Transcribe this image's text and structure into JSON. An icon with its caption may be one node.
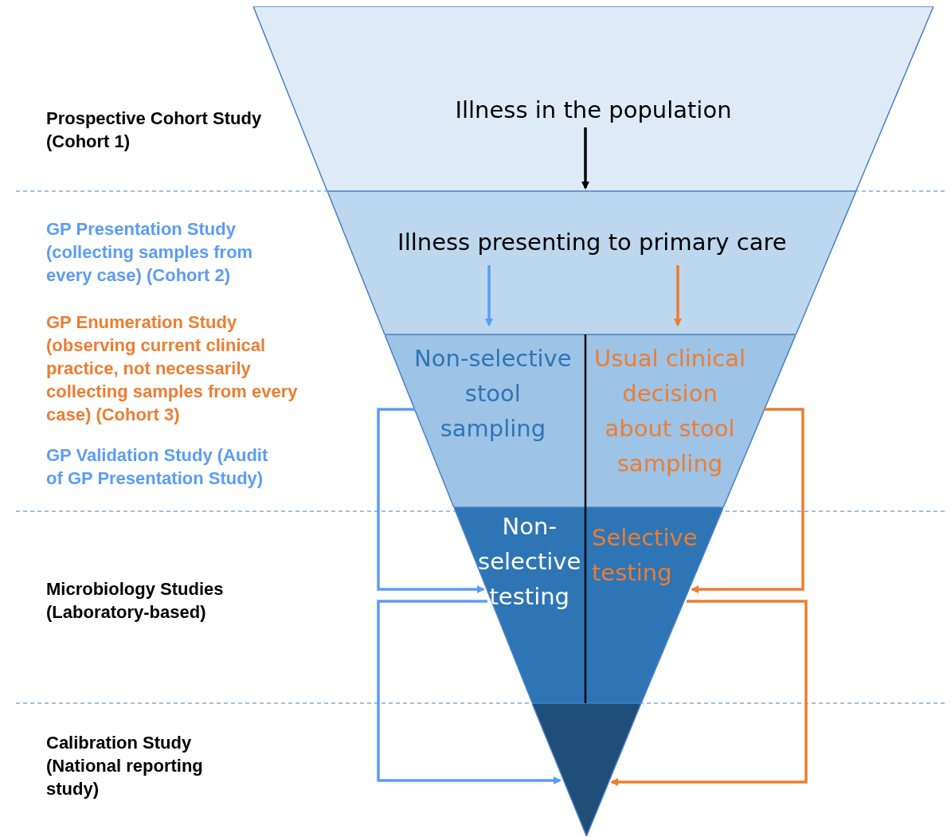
{
  "diagram": {
    "nodes": [
      {
        "text": [
          "Illness in the population"
        ]
      },
      {
        "text": [
          "Illness presenting to primary care"
        ]
      },
      {
        "text": [
          "Non-selective stool sampling"
        ]
      },
      {
        "text": [
          "Usual clinical decision about stool sampling"
        ]
      },
      {
        "text": [
          "Non-selective testing"
        ]
      },
      {
        "text": [
          "Selective testing"
        ]
      },
      {
        "text": [],
        "shape": "triangle"
      }
    ],
    "edges": [
      {
        "from": 0,
        "to": 1,
        "arrow": "to",
        "color": "#000000"
      },
      {
        "from": 1,
        "to": 2,
        "arrow": "to",
        "color": "#5b9cf6"
      },
      {
        "from": 1,
        "to": 3,
        "arrow": "to",
        "color": "#ed7d31"
      },
      {
        "from": 2,
        "to": 4,
        "arrow": "to",
        "color": "#5b9cf6"
      },
      {
        "from": 3,
        "to": 5,
        "arrow": "to",
        "color": "#ed7d31"
      },
      {
        "from": 4,
        "to": 6,
        "arrow": "to",
        "color": "#5b9cf6"
      },
      {
        "from": 5,
        "to": 6,
        "arrow": "to",
        "color": "#ed7d31"
      }
    ],
    "labels": [
      "Prospective Cohort Study (Cohort 1)",
      "GP Presentation Study (collecting samples from every case) (Cohort 2)",
      "GP Enumeration Study (observing current clinical practice, not necessarily collecting samples from every case) (Cohort 3)",
      "GP Validation Study (Audit of GP Presentation Study)",
      "Microbiology Studies (Laboratory-based)",
      "Calibration Study (National reporting study)"
    ]
  }
}
